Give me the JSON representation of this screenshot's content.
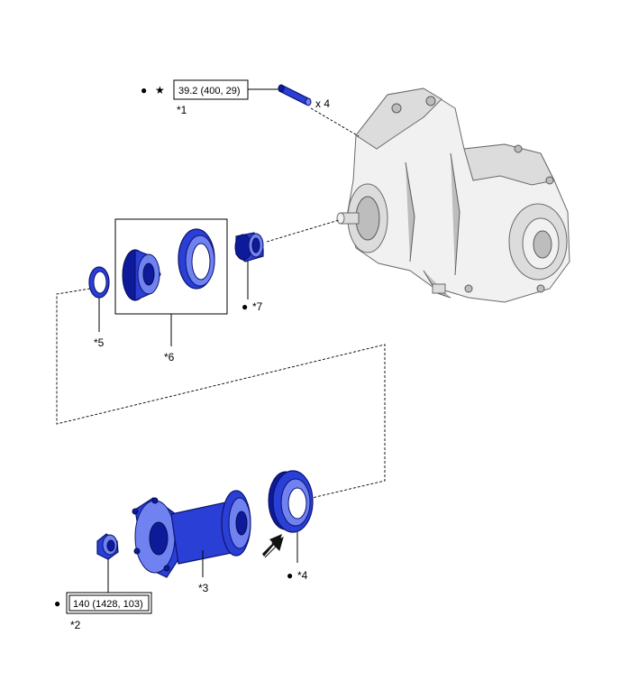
{
  "labels": {
    "p1": "*1",
    "p2": "*2",
    "p3": "*3",
    "p4": "*4",
    "p5": "*5",
    "p6": "*6",
    "p7": "*7"
  },
  "torque": {
    "bolt": "39.2 (400, 29)",
    "nut": "140 (1428, 103)"
  },
  "quantity": "x 4",
  "symbols": {
    "dot": "●",
    "star": "★"
  },
  "icons": {
    "dot_icon": "filled-circle",
    "star_icon": "star",
    "arrow_icon": "press-direction-arrow"
  },
  "colors": {
    "part_blue": "#2a3fd6",
    "housing_gray": "#f1f1f1"
  }
}
